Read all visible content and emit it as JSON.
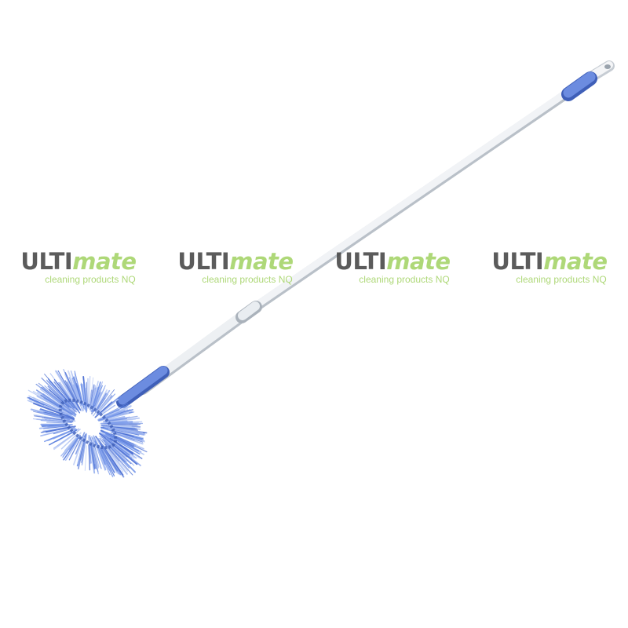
{
  "watermark": {
    "brand_part1": "ULTI",
    "brand_part2": "mate",
    "tagline": "cleaning products NQ",
    "count": 4,
    "colors": {
      "dark": "#4a4a4a",
      "green": "#a6d46a"
    }
  },
  "product": {
    "colors": {
      "handle": "#e6eaee",
      "handle_shadow": "#b9c0c8",
      "grip": "#5b7fd6",
      "bristle": "#6f92e8",
      "bristle_light": "#b7c9f4"
    }
  }
}
